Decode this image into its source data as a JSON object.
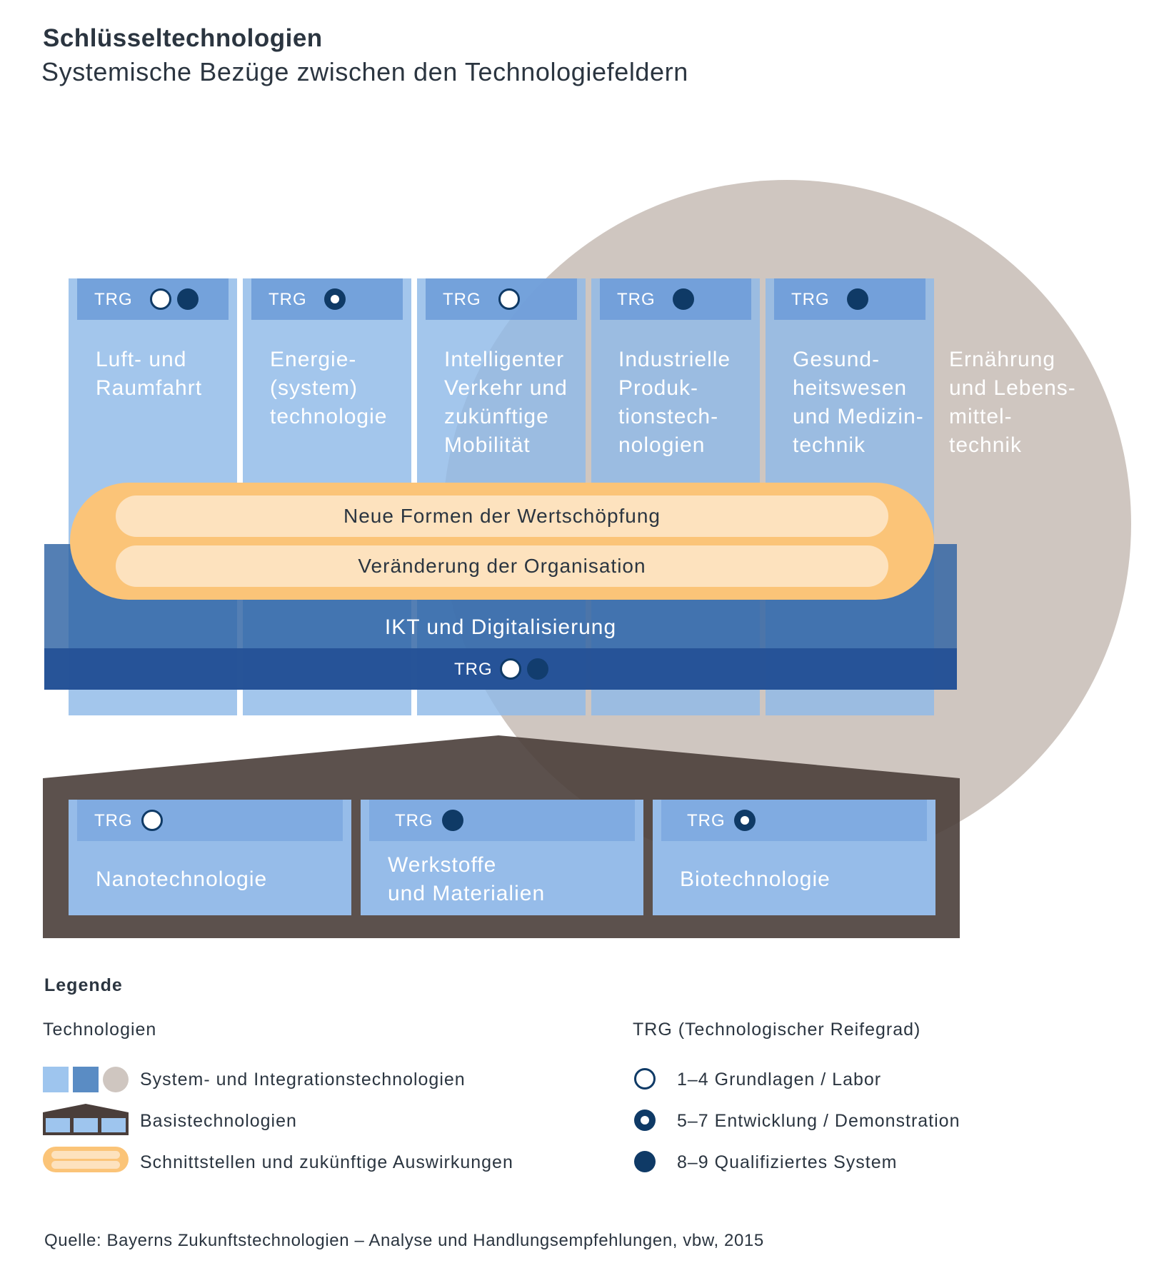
{
  "header": {
    "title": "Schlüsseltechnologien",
    "subtitle": "Systemische Bezüge zwischen den Technologiefeldern"
  },
  "trg_label": "TRG",
  "system_columns": [
    {
      "label_lines": [
        "Luft- und",
        "Raumfahrt"
      ],
      "trg": [
        "1–4",
        "8–9"
      ]
    },
    {
      "label_lines": [
        "Energie-",
        "(system)",
        "technologie"
      ],
      "trg": [
        "5–7"
      ]
    },
    {
      "label_lines": [
        "Intelligenter",
        "Verkehr und",
        "zukünftige",
        "Mobilität"
      ],
      "trg": [
        "1–4"
      ]
    },
    {
      "label_lines": [
        "Industrielle",
        "Produk-",
        "tionstech-",
        "nologien"
      ],
      "trg": [
        "8–9"
      ]
    },
    {
      "label_lines": [
        "Gesund-",
        "heitswesen",
        "und Medizin-",
        "technik"
      ],
      "trg": [
        "8–9"
      ]
    }
  ],
  "circle_label_lines": [
    "Ernährung",
    "und Lebens-",
    "mittel-",
    "technik"
  ],
  "interfaces": {
    "line1": "Neue Formen der Wertschöpfung",
    "line2": "Veränderung der Organisation"
  },
  "ikt": {
    "label": "IKT und Digitalisierung",
    "trg": [
      "1–4",
      "8–9"
    ]
  },
  "base_technologies": [
    {
      "label_lines": [
        "Nanotechnologie"
      ],
      "trg": [
        "1–4"
      ]
    },
    {
      "label_lines": [
        "Werkstoffe",
        "und Materialien"
      ],
      "trg": [
        "8–9"
      ]
    },
    {
      "label_lines": [
        "Biotechnologie"
      ],
      "trg": [
        "5–7"
      ]
    }
  ],
  "legend": {
    "title": "Legende",
    "tech_heading": "Technologien",
    "tech_items": [
      "System- und Integrationstechnologien",
      "Basistechnologien",
      "Schnittstellen und zukünftige Auswirkungen"
    ],
    "trg_heading": "TRG (Technologischer Reifegrad)",
    "trg_items": [
      {
        "range": "1–4",
        "text": "Grundlagen / Labor",
        "icon": "open-circle"
      },
      {
        "range": "5–7",
        "text": "Entwicklung / Demonstration",
        "icon": "ring-circle"
      },
      {
        "range": "8–9",
        "text": "Qualifiziertes System",
        "icon": "filled-circle"
      }
    ]
  },
  "source": "Quelle: Bayerns Zukunftstechnologien – Analyse und Handlungsempfehlungen, vbw, 2015",
  "colors": {
    "system_light": "#8fb9e8",
    "system_dark": "#2e63a4",
    "circle": "#cfc6c0",
    "base_house": "#5a4f4b",
    "interface_orange": "#fbc478",
    "interface_light": "#fde2be",
    "trg_dot": "#0f3a66"
  }
}
